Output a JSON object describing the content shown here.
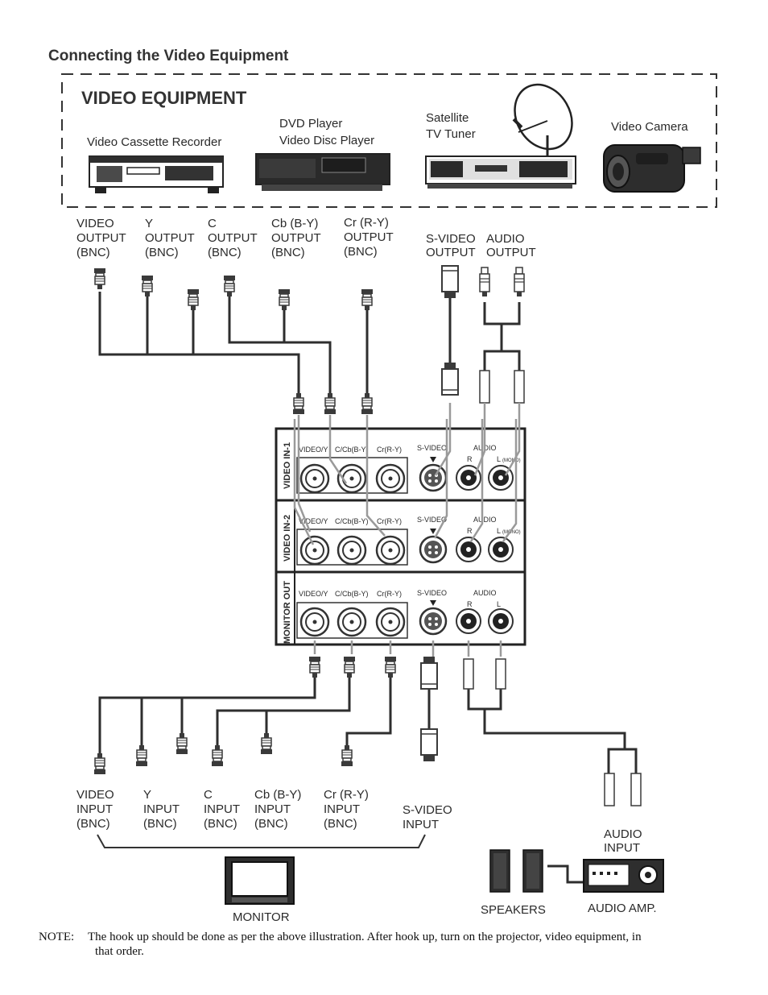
{
  "section_title": "Connecting the Video Equipment",
  "box_title": "VIDEO EQUIPMENT",
  "equipment": {
    "vcr": "Video Cassette Recorder",
    "dvd_line1": "DVD Player",
    "dvd_line2": "Video Disc Player",
    "sat_line1": "Satellite",
    "sat_line2": "TV Tuner",
    "camera": "Video Camera"
  },
  "source_outputs": [
    [
      "VIDEO",
      "OUTPUT",
      "(BNC)"
    ],
    [
      "Y",
      "OUTPUT",
      "(BNC)"
    ],
    [
      "C",
      "OUTPUT",
      "(BNC)"
    ],
    [
      "Cb (B-Y)",
      "OUTPUT",
      "(BNC)"
    ],
    [
      "Cr (R-Y)",
      "OUTPUT",
      "(BNC)"
    ],
    [
      "S-VIDEO",
      "OUTPUT"
    ],
    [
      "AUDIO",
      "OUTPUT"
    ]
  ],
  "panel": {
    "rows": [
      "VIDEO IN-1",
      "VIDEO IN-2",
      "MONITOR OUT"
    ],
    "jacks": [
      "VIDEO/Y",
      "C/Cb(B-Y)",
      "Cr(R-Y)",
      "S-VIDEO",
      "AUDIO",
      "R",
      "L",
      "(MONO)"
    ]
  },
  "monitor_inputs": [
    [
      "VIDEO",
      "INPUT",
      "(BNC)"
    ],
    [
      "Y",
      "INPUT",
      "(BNC)"
    ],
    [
      "C",
      "INPUT",
      "(BNC)"
    ],
    [
      "Cb (B-Y)",
      "INPUT",
      "(BNC)"
    ],
    [
      "Cr (R-Y)",
      "INPUT",
      "(BNC)"
    ],
    [
      "S-VIDEO",
      "INPUT"
    ]
  ],
  "audio_input": [
    "AUDIO",
    "INPUT"
  ],
  "monitor": "MONITOR",
  "speakers": "SPEAKERS",
  "audio_amp": "AUDIO AMP.",
  "note": {
    "prefix": "NOTE:",
    "line1": "The hook up should be done as per the above illustration. After hook up, turn on the projector, video equipment, in",
    "line2": "that order."
  }
}
